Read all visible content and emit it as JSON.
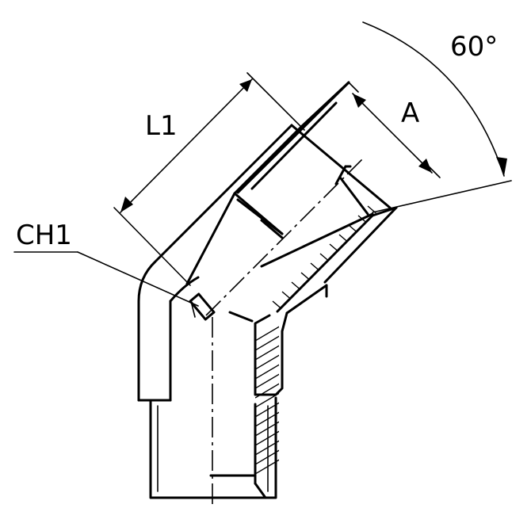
{
  "drawing": {
    "labels": {
      "length": "L1",
      "thread": "A",
      "angle": "60°",
      "wrench": "CH1"
    }
  }
}
